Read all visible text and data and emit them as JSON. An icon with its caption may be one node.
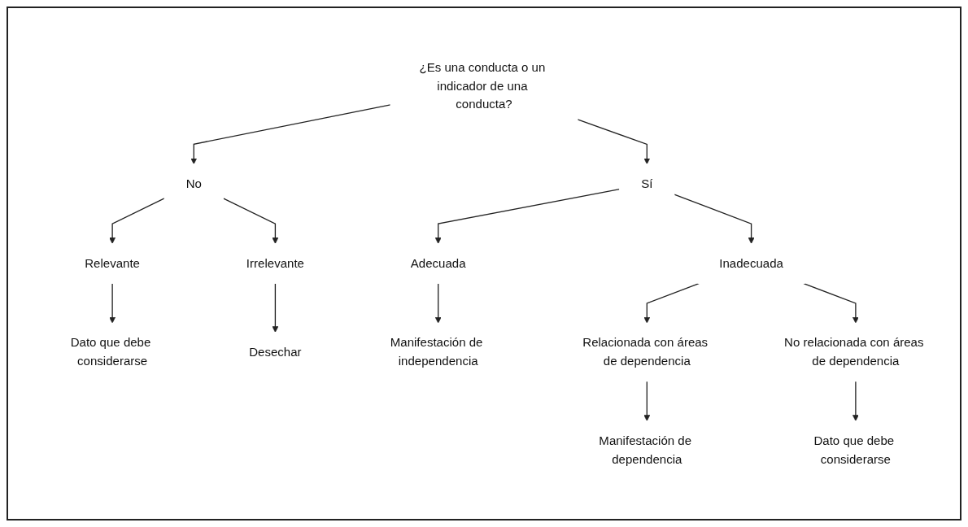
{
  "diagram": {
    "nodes": [
      {
        "text": [
          "¿Es una conducta o un indicador de una conducta?"
        ]
      },
      {
        "text": [
          "No"
        ]
      },
      {
        "text": [
          "Sí"
        ]
      },
      {
        "text": [
          "Relevante"
        ]
      },
      {
        "text": [
          "Irrelevante"
        ]
      },
      {
        "text": [
          "Adecuada"
        ]
      },
      {
        "text": [
          "Inadecuada"
        ]
      },
      {
        "text": [
          "Dato que debe considerarse"
        ]
      },
      {
        "text": [
          "Desechar"
        ]
      },
      {
        "text": [
          "Manifestación de independencia"
        ]
      },
      {
        "text": [
          "Relacionada con áreas de dependencia"
        ]
      },
      {
        "text": [
          "No relacionada con áreas de dependencia"
        ]
      },
      {
        "text": [
          "Manifestación de dependencia"
        ]
      },
      {
        "text": [
          "Dato que debe considerarse"
        ]
      }
    ],
    "edges": [
      {
        "from": 0,
        "to": 1,
        "arrow": "to"
      },
      {
        "from": 0,
        "to": 2,
        "arrow": "to"
      },
      {
        "from": 1,
        "to": 3,
        "arrow": "to"
      },
      {
        "from": 1,
        "to": 4,
        "arrow": "to"
      },
      {
        "from": 2,
        "to": 5,
        "arrow": "to"
      },
      {
        "from": 2,
        "to": 6,
        "arrow": "to"
      },
      {
        "from": 3,
        "to": 7,
        "arrow": "to"
      },
      {
        "from": 4,
        "to": 8,
        "arrow": "to"
      },
      {
        "from": 5,
        "to": 9,
        "arrow": "to"
      },
      {
        "from": 6,
        "to": 10,
        "arrow": "to"
      },
      {
        "from": 6,
        "to": 11,
        "arrow": "to"
      },
      {
        "from": 10,
        "to": 12,
        "arrow": "to"
      },
      {
        "from": 11,
        "to": 13,
        "arrow": "to"
      }
    ]
  }
}
